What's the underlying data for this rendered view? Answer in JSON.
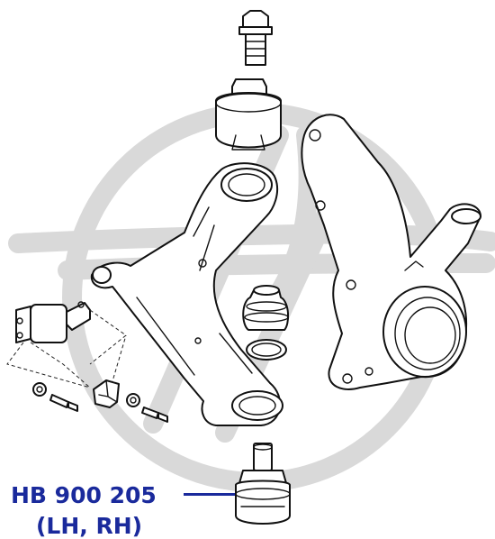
{
  "label": {
    "part_number": "HB 900 205",
    "side": "(LH, RH)",
    "color": "#1a2a9c"
  },
  "watermark": {
    "icon": "brand-logo-watermark",
    "color": "#d9d9d9"
  },
  "parts": [
    "bolt-icon",
    "rear-bushing-icon",
    "lower-control-arm-icon",
    "steering-knuckle-icon",
    "ball-joint-boot-icon",
    "snap-ring-icon",
    "front-bushing-icon",
    "washer-icon",
    "small-bolt-icon",
    "bracket-icon",
    "ball-joint-icon"
  ]
}
